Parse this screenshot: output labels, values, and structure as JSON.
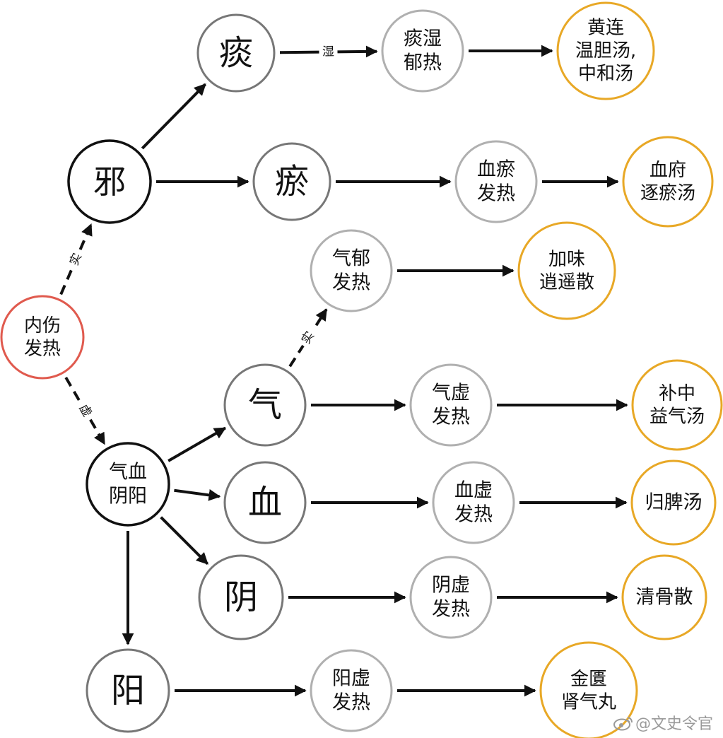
{
  "colors": {
    "root": "#e05a4e",
    "hub": "#111111",
    "category": "#777777",
    "syndrome": "#b0b0b0",
    "formula": "#e8a826",
    "arrow": "#111111",
    "watermark": "#9a9a9a"
  },
  "nodes": {
    "root": {
      "lines": [
        "内伤",
        "发热"
      ],
      "kind": "root"
    },
    "xie": {
      "lines": [
        "邪"
      ],
      "kind": "hub"
    },
    "qixueyinyang": {
      "lines": [
        "气血",
        "阴阳"
      ],
      "kind": "hub"
    },
    "tan": {
      "lines": [
        "痰"
      ],
      "kind": "category"
    },
    "yu": {
      "lines": [
        "瘀"
      ],
      "kind": "category"
    },
    "qi": {
      "lines": [
        "气"
      ],
      "kind": "category"
    },
    "xue": {
      "lines": [
        "血"
      ],
      "kind": "category"
    },
    "yin": {
      "lines": [
        "阴"
      ],
      "kind": "category"
    },
    "yang": {
      "lines": [
        "阳"
      ],
      "kind": "category"
    },
    "tanshi": {
      "lines": [
        "痰湿",
        "郁热"
      ],
      "kind": "syndrome"
    },
    "xueyu": {
      "lines": [
        "血瘀",
        "发热"
      ],
      "kind": "syndrome"
    },
    "qiyu": {
      "lines": [
        "气郁",
        "发热"
      ],
      "kind": "syndrome"
    },
    "qixu": {
      "lines": [
        "气虚",
        "发热"
      ],
      "kind": "syndrome"
    },
    "xuexu": {
      "lines": [
        "血虚",
        "发热"
      ],
      "kind": "syndrome"
    },
    "yinxu": {
      "lines": [
        "阴虚",
        "发热"
      ],
      "kind": "syndrome"
    },
    "yangxu": {
      "lines": [
        "阳虚",
        "发热"
      ],
      "kind": "syndrome"
    },
    "f_huanglian": {
      "lines": [
        "黄连",
        "温胆汤,",
        "中和汤"
      ],
      "kind": "formula"
    },
    "f_xuefu": {
      "lines": [
        "血府",
        "逐瘀汤"
      ],
      "kind": "formula"
    },
    "f_jiawei": {
      "lines": [
        "加味",
        "逍遥散"
      ],
      "kind": "formula"
    },
    "f_buzhong": {
      "lines": [
        "补中",
        "益气汤"
      ],
      "kind": "formula"
    },
    "f_guipi": {
      "lines": [
        "归脾汤"
      ],
      "kind": "formula"
    },
    "f_qinggu": {
      "lines": [
        "清骨散"
      ],
      "kind": "formula"
    },
    "f_jingui": {
      "lines": [
        "金匱",
        "肾气丸"
      ],
      "kind": "formula"
    }
  },
  "edges": [
    {
      "from": "root",
      "to": "xie",
      "label": "实",
      "style": "dashed"
    },
    {
      "from": "root",
      "to": "qixueyinyang",
      "label": "虚",
      "style": "dashed"
    },
    {
      "from": "xie",
      "to": "tan",
      "label": "",
      "style": "solid"
    },
    {
      "from": "xie",
      "to": "yu",
      "label": "",
      "style": "solid"
    },
    {
      "from": "tan",
      "to": "tanshi",
      "label": "湿",
      "style": "solid"
    },
    {
      "from": "yu",
      "to": "xueyu",
      "label": "",
      "style": "solid"
    },
    {
      "from": "tanshi",
      "to": "f_huanglian",
      "label": "",
      "style": "solid"
    },
    {
      "from": "xueyu",
      "to": "f_xuefu",
      "label": "",
      "style": "solid"
    },
    {
      "from": "qixueyinyang",
      "to": "qi",
      "label": "",
      "style": "solid"
    },
    {
      "from": "qixueyinyang",
      "to": "xue",
      "label": "",
      "style": "solid"
    },
    {
      "from": "qixueyinyang",
      "to": "yin",
      "label": "",
      "style": "solid"
    },
    {
      "from": "qixueyinyang",
      "to": "yang",
      "label": "",
      "style": "solid"
    },
    {
      "from": "qi",
      "to": "qiyu",
      "label": "实",
      "style": "dashed"
    },
    {
      "from": "qi",
      "to": "qixu",
      "label": "",
      "style": "solid"
    },
    {
      "from": "xue",
      "to": "xuexu",
      "label": "",
      "style": "solid"
    },
    {
      "from": "yin",
      "to": "yinxu",
      "label": "",
      "style": "solid"
    },
    {
      "from": "yang",
      "to": "yangxu",
      "label": "",
      "style": "solid"
    },
    {
      "from": "qiyu",
      "to": "f_jiawei",
      "label": "",
      "style": "solid"
    },
    {
      "from": "qixu",
      "to": "f_buzhong",
      "label": "",
      "style": "solid"
    },
    {
      "from": "xuexu",
      "to": "f_guipi",
      "label": "",
      "style": "solid"
    },
    {
      "from": "yinxu",
      "to": "f_qinggu",
      "label": "",
      "style": "solid"
    },
    {
      "from": "yangxu",
      "to": "f_jingui",
      "label": "",
      "style": "solid"
    }
  ],
  "watermark": {
    "text": "@文史令官",
    "icon": "weibo-logo-icon"
  }
}
